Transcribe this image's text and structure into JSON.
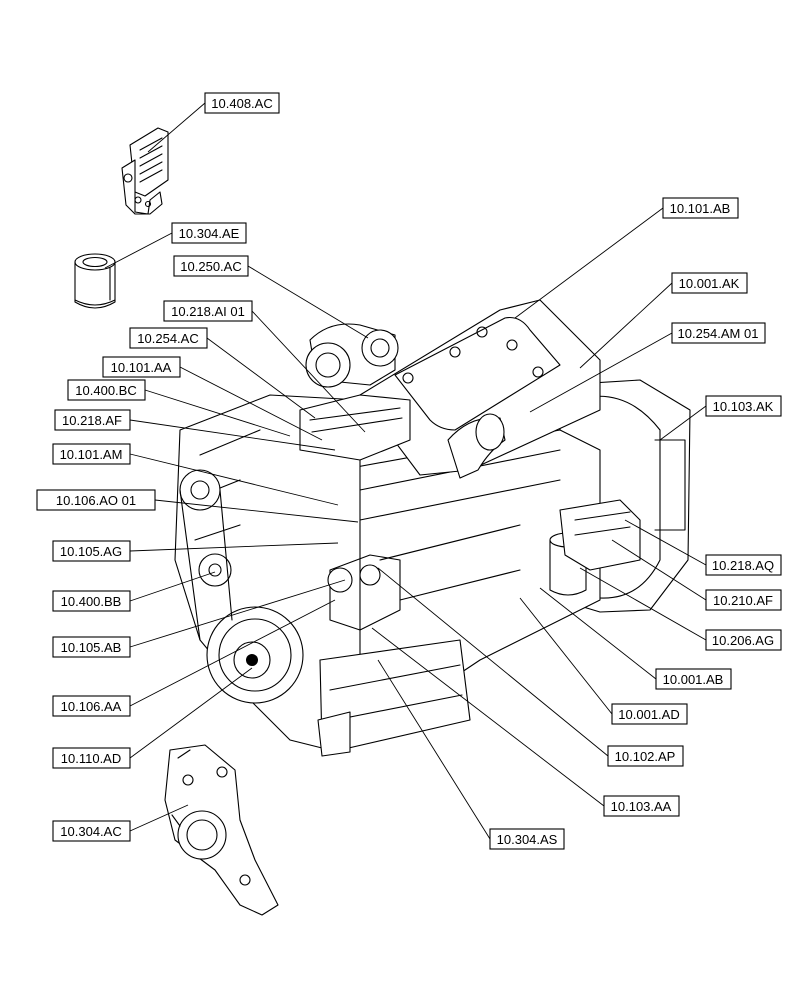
{
  "callouts": [
    {
      "id": "c1",
      "text": "10.408.AC"
    },
    {
      "id": "c2",
      "text": "10.304.AE"
    },
    {
      "id": "c3",
      "text": "10.250.AC"
    },
    {
      "id": "c4",
      "text": "10.218.AI 01"
    },
    {
      "id": "c5",
      "text": "10.254.AC"
    },
    {
      "id": "c6",
      "text": "10.101.AA"
    },
    {
      "id": "c7",
      "text": "10.400.BC"
    },
    {
      "id": "c8",
      "text": "10.218.AF"
    },
    {
      "id": "c9",
      "text": "10.101.AM"
    },
    {
      "id": "c10",
      "text": "10.106.AO 01"
    },
    {
      "id": "c11",
      "text": "10.105.AG"
    },
    {
      "id": "c12",
      "text": "10.400.BB"
    },
    {
      "id": "c13",
      "text": "10.105.AB"
    },
    {
      "id": "c14",
      "text": "10.106.AA"
    },
    {
      "id": "c15",
      "text": "10.110.AD"
    },
    {
      "id": "c16",
      "text": "10.304.AC"
    },
    {
      "id": "c17",
      "text": "10.101.AB"
    },
    {
      "id": "c18",
      "text": "10.001.AK"
    },
    {
      "id": "c19",
      "text": "10.254.AM 01"
    },
    {
      "id": "c20",
      "text": "10.103.AK"
    },
    {
      "id": "c21",
      "text": "10.218.AQ"
    },
    {
      "id": "c22",
      "text": "10.210.AF"
    },
    {
      "id": "c23",
      "text": "10.206.AG"
    },
    {
      "id": "c24",
      "text": "10.001.AB"
    },
    {
      "id": "c25",
      "text": "10.001.AD"
    },
    {
      "id": "c26",
      "text": "10.102.AP"
    },
    {
      "id": "c27",
      "text": "10.103.AA"
    },
    {
      "id": "c28",
      "text": "10.304.AS"
    }
  ]
}
